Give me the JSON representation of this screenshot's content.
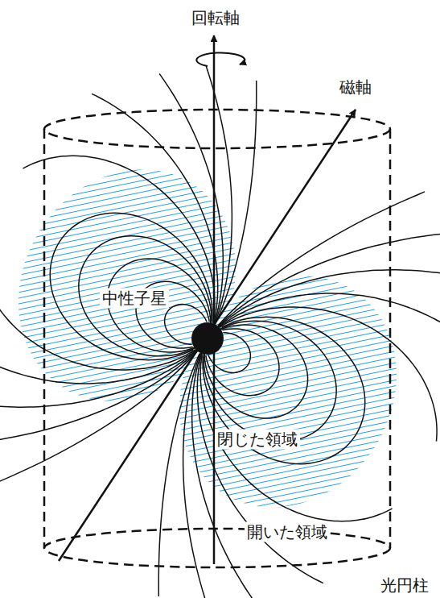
{
  "diagram": {
    "labels": [
      "回転軸",
      "磁軸",
      "中性子星",
      "閉じた領域",
      "開いた領域",
      "光円柱"
    ]
  }
}
